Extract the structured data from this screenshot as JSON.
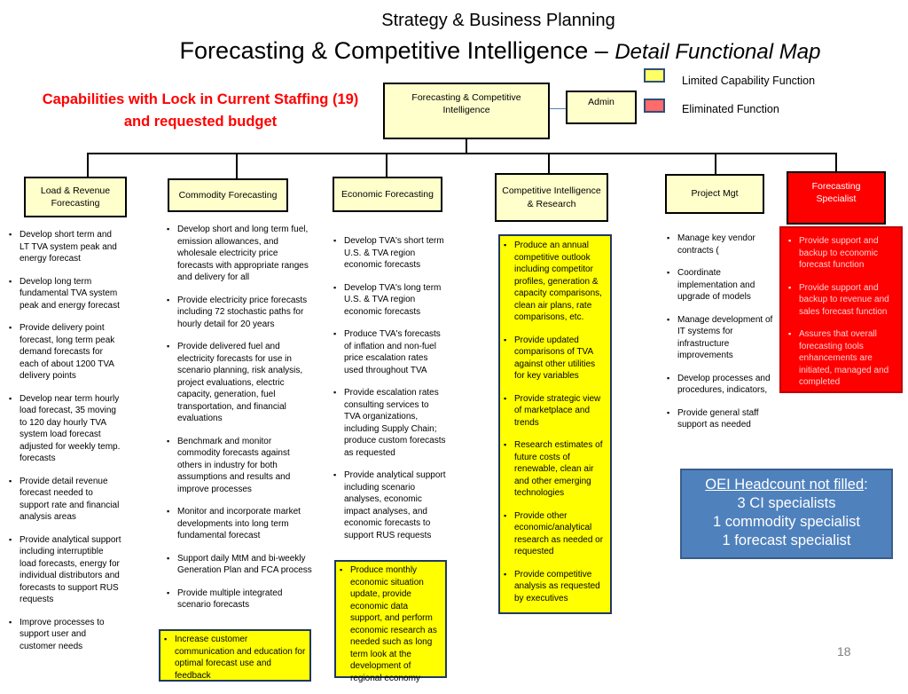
{
  "header": {
    "title_line1": "Strategy & Business Planning",
    "title_line2_main": "Forecasting & Competitive Intelligence –",
    "title_line2_italic": "Detail Functional Map"
  },
  "capabilities_note": {
    "line1": "Capabilities with Lock in Current Staffing (19)",
    "line2": "and requested budget"
  },
  "legend": {
    "items": [
      {
        "label": "Limited Capability Function",
        "color": "#ffff66"
      },
      {
        "label": "Eliminated Function",
        "color": "#ff6b6b"
      }
    ]
  },
  "top_box": {
    "label": "Forecasting & Competitive Intelligence"
  },
  "admin_box": {
    "label": "Admin"
  },
  "columns": [
    {
      "label": "Load & Revenue Forecasting",
      "bullets": [
        "Develop short term  and LT TVA system peak and energy forecast",
        "Develop long term fundamental TVA system peak and energy forecast",
        "Provide delivery point forecast, long term peak demand forecasts for each of about 1200 TVA delivery points",
        "Develop near term hourly  load forecast, 35 moving to 120 day hourly TVA system load forecast adjusted for weekly temp. forecasts",
        "Provide detail revenue forecast needed to support rate and financial analysis areas",
        "Provide analytical support including interruptible load forecasts, energy for individual distributors and forecasts to support RUS requests",
        "Improve processes  to support user and customer needs"
      ]
    },
    {
      "label": "Commodity Forecasting",
      "bullets": [
        "Develop short  and long term fuel, emission allowances, and wholesale electricity price forecasts with appropriate ranges and delivery for all",
        "Provide electricity price forecasts including 72 stochastic paths for hourly detail for 20 years",
        "Provide  delivered fuel and electricity forecasts for use in scenario planning, risk analysis, project evaluations, electric capacity, generation, fuel transportation, and financial evaluations",
        "Benchmark and monitor commodity forecasts against others in industry for both assumptions and results and improve processes",
        "Monitor and incorporate market developments into long term fundamental forecast",
        "Support daily MtM and bi-weekly Generation Plan and FCA process",
        "Provide multiple integrated scenario forecasts"
      ],
      "highlight_bullets": [
        "Increase customer communication and education for optimal forecast use and feedback"
      ]
    },
    {
      "label": "Economic Forecasting",
      "bullets": [
        "Develop TVA's short term U.S. & TVA region economic forecasts",
        "Develop TVA's long term U.S. & TVA region economic forecasts",
        "Produce TVA's forecasts of inflation and non-fuel price escalation rates used throughout TVA",
        "Provide escalation rates consulting services to TVA organizations, including Supply Chain; produce custom forecasts as requested",
        "Provide analytical support including scenario analyses, economic impact analyses, and economic forecasts to support RUS requests"
      ],
      "highlight_bullets": [
        "Produce monthly economic situation update, provide economic data support, and perform economic research as needed such as long term look at the development of regional economy"
      ]
    },
    {
      "label": "Competitive Intelligence & Research",
      "highlight_bullets": [
        "Produce an annual competitive outlook including competitor profiles, generation & capacity comparisons, clean air plans, rate comparisons, etc.",
        "Provide updated comparisons of TVA against other utilities for  key variables",
        "Provide strategic view of marketplace and trends",
        "Research estimates of future costs of renewable, clean air and other emerging technologies",
        "Provide other economic/analytical research as needed or requested",
        "Provide competitive analysis as requested by executives"
      ]
    },
    {
      "label": "Project Mgt",
      "bullets": [
        "Manage key vendor contracts (",
        "Coordinate implementation  and upgrade of  models",
        "Manage development of IT systems for infrastructure improvements",
        "Develop processes and procedures, indicators,",
        "Provide  general staff support as needed"
      ]
    },
    {
      "label": "Forecasting Specialist",
      "red_bullets": [
        "Provide  support and backup to economic forecast function",
        "Provide support and backup to revenue and sales forecast function",
        "Assures that overall forecasting tools enhancements are initiated, managed and completed"
      ]
    }
  ],
  "oei_box": {
    "title": "OEI Headcount not filled",
    "title_suffix": ":",
    "lines": [
      "3 CI specialists",
      "1 commodity specialist",
      "1 forecast specialist"
    ]
  },
  "page_number": "18"
}
